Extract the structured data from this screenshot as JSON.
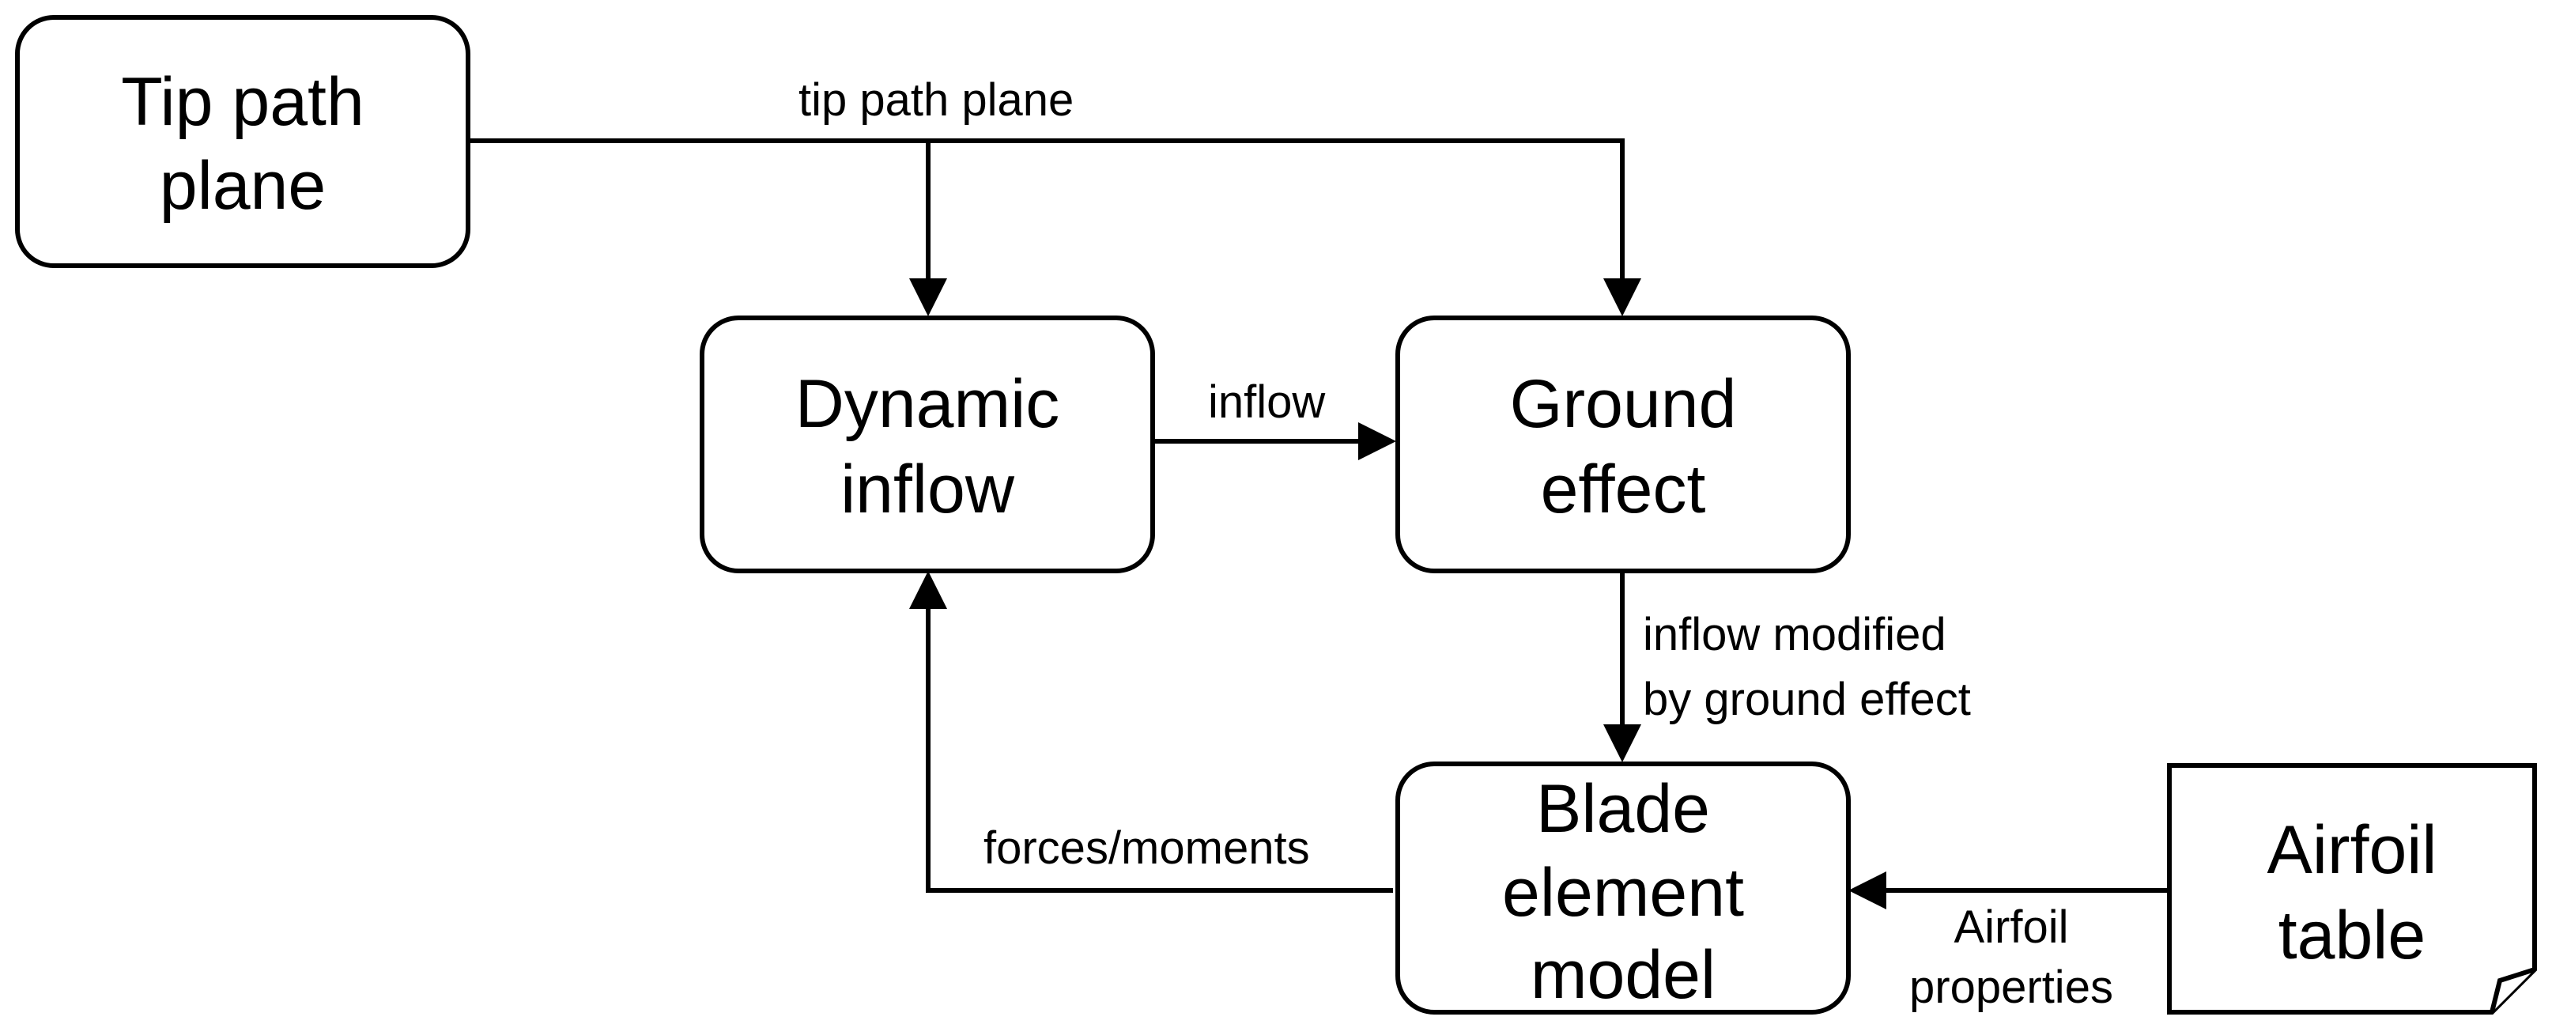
{
  "nodes": {
    "tip_path_plane": {
      "line1": "Tip path",
      "line2": "plane"
    },
    "dynamic_inflow": {
      "line1": "Dynamic",
      "line2": "inflow"
    },
    "ground_effect": {
      "line1": "Ground",
      "line2": "effect"
    },
    "blade_element_model": {
      "line1": "Blade",
      "line2": "element",
      "line3": "model"
    },
    "airfoil_table": {
      "line1": "Airfoil",
      "line2": "table"
    }
  },
  "edges": {
    "tip_path_plane": "tip path plane",
    "inflow": "inflow",
    "inflow_modified_line1": "inflow modified",
    "inflow_modified_line2": "by ground effect",
    "forces_moments": "forces/moments",
    "airfoil_properties_line1": "Airfoil",
    "airfoil_properties_line2": "properties"
  }
}
